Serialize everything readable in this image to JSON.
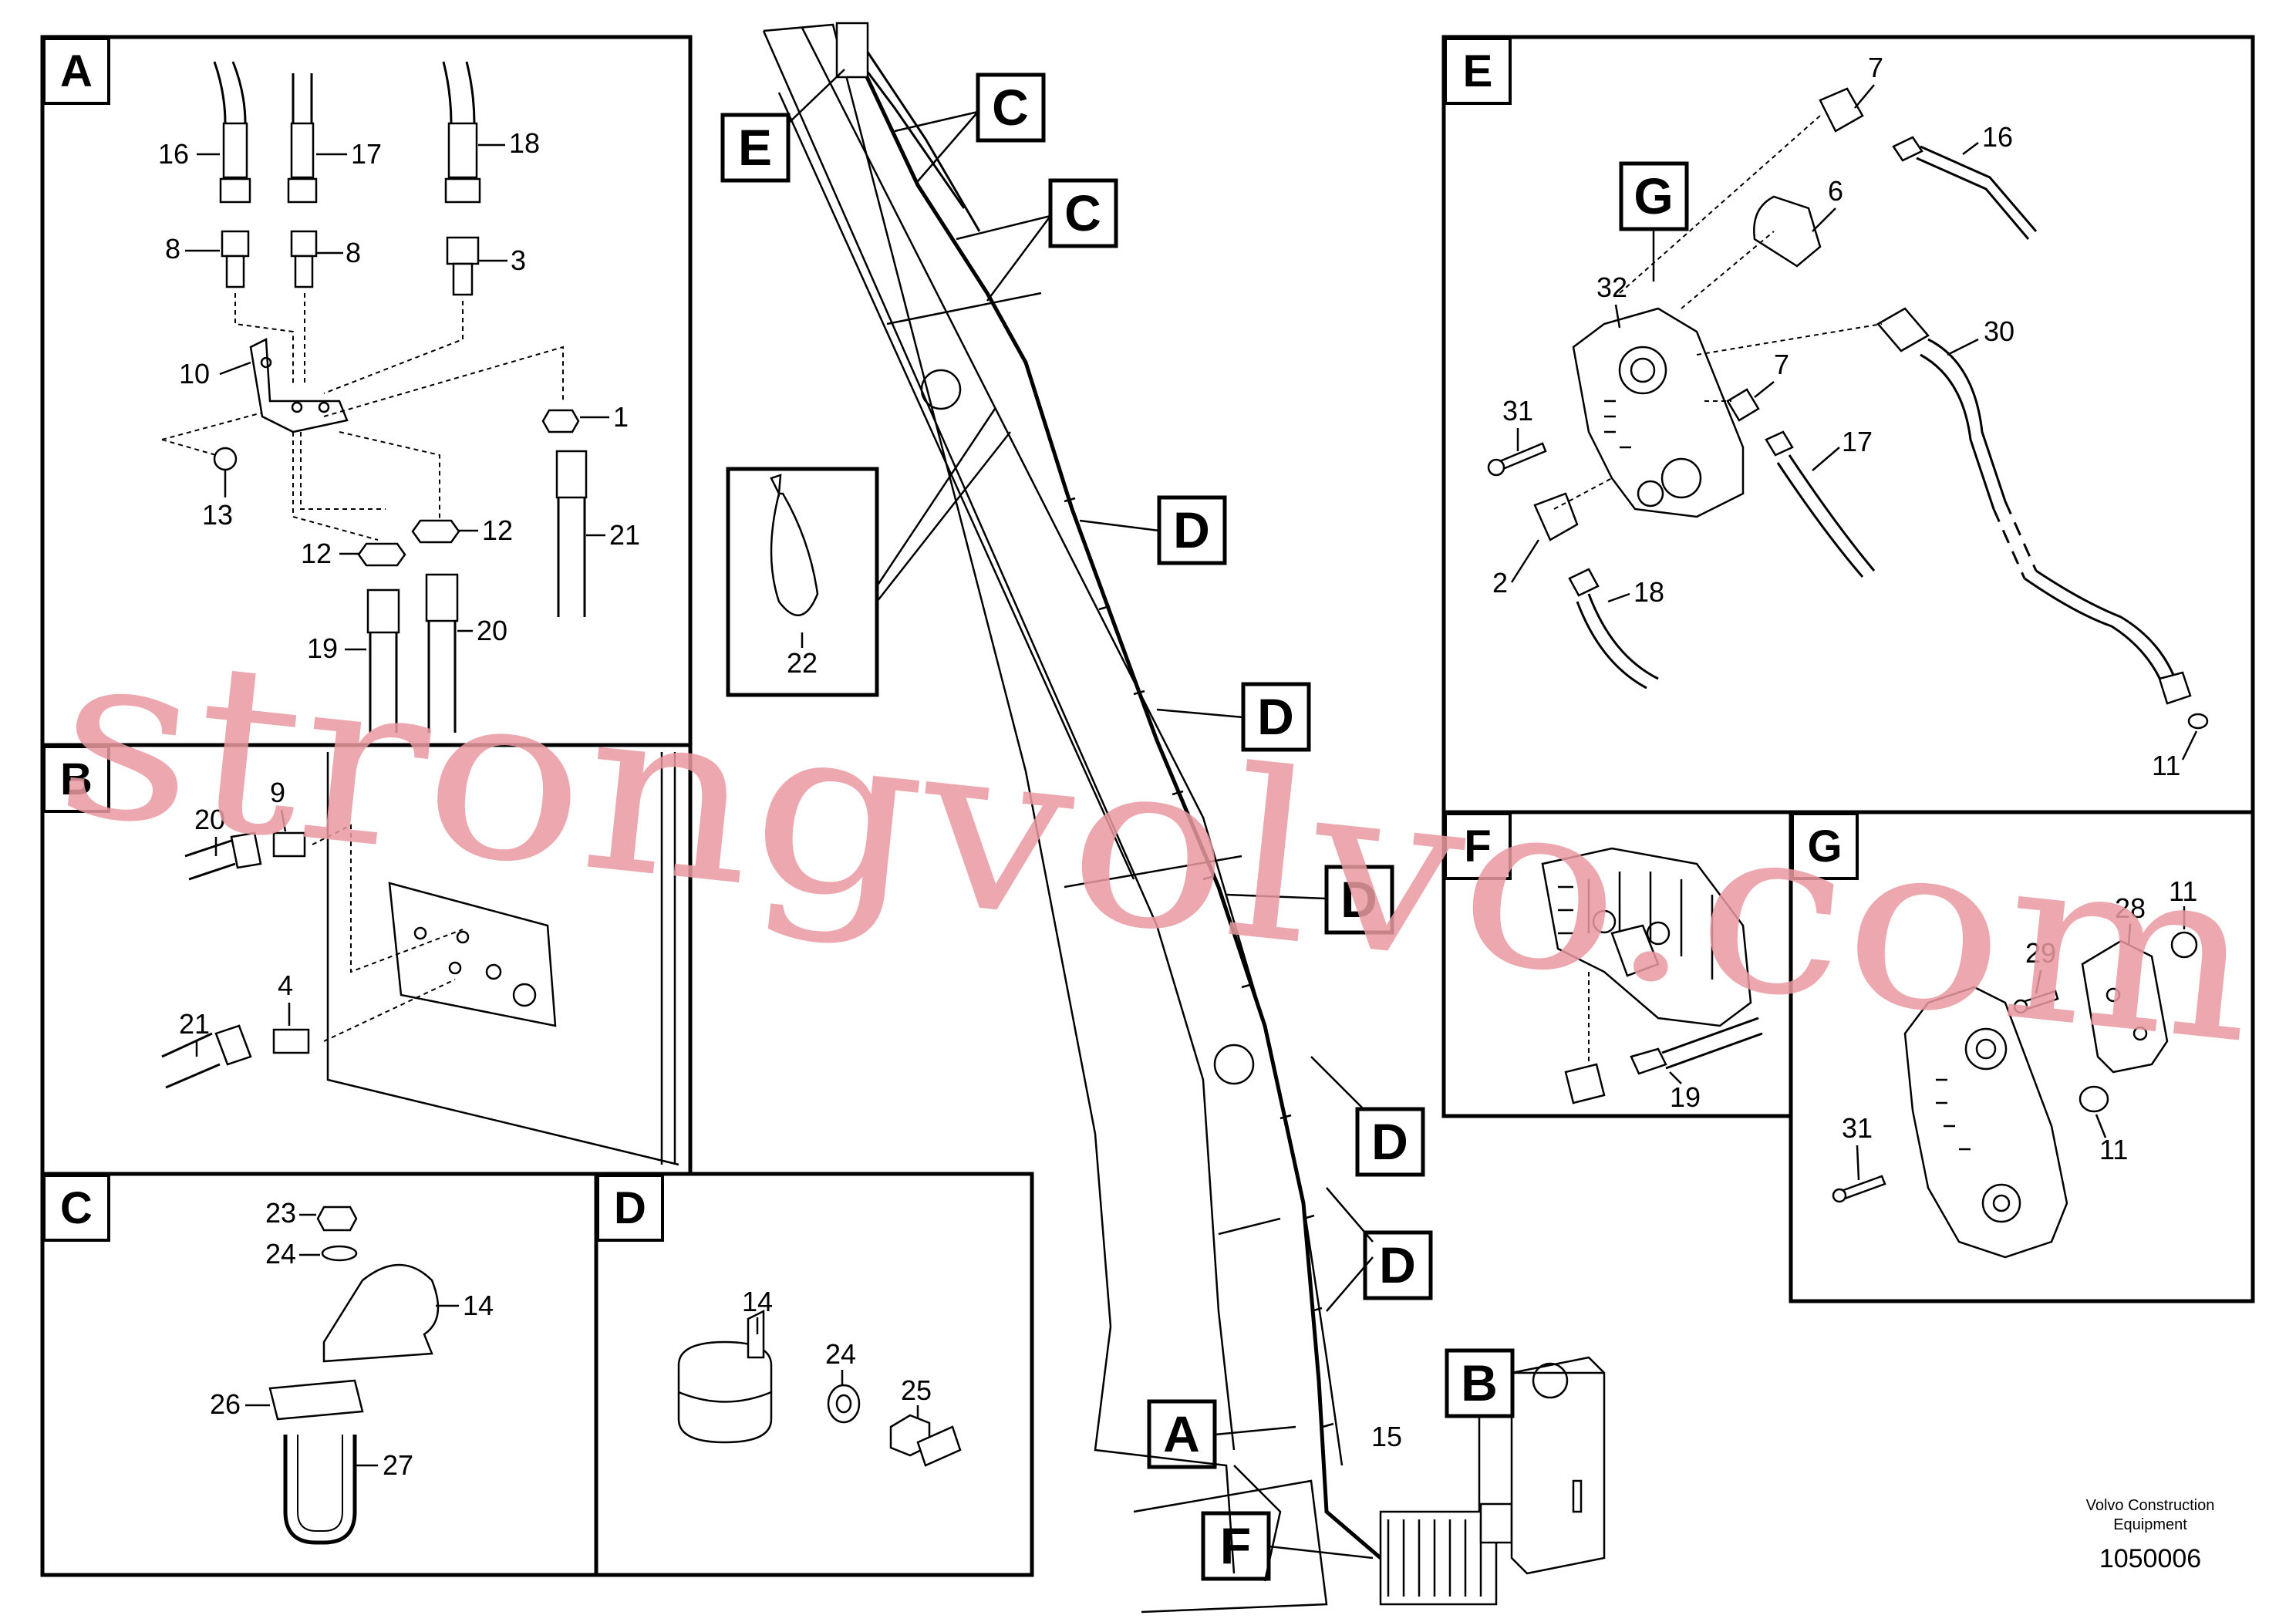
{
  "panels": {
    "A": {
      "tag": "A",
      "labels": [
        "16",
        "17",
        "18",
        "8",
        "8",
        "3",
        "10",
        "1",
        "13",
        "12",
        "12",
        "21",
        "19",
        "20"
      ]
    },
    "B": {
      "tag": "B",
      "labels": [
        "20",
        "9",
        "4",
        "21"
      ]
    },
    "C": {
      "tag": "C",
      "labels": [
        "23",
        "24",
        "14",
        "26",
        "27"
      ]
    },
    "D": {
      "tag": "D",
      "labels": [
        "14",
        "24",
        "25"
      ]
    },
    "E": {
      "tag": "E",
      "labels": [
        "7",
        "16",
        "6",
        "32",
        "30",
        "7",
        "31",
        "17",
        "2",
        "18",
        "11"
      ],
      "subtag": "G"
    },
    "F": {
      "tag": "F",
      "labels": [
        "19"
      ]
    },
    "G": {
      "tag": "G",
      "labels": [
        "11",
        "28",
        "29",
        "11",
        "31"
      ]
    }
  },
  "callouts": {
    "tie": "22",
    "hose": "15",
    "E": "E",
    "C1": "C",
    "C2": "C",
    "D1": "D",
    "D2": "D",
    "D3": "D",
    "D4": "D",
    "D5": "D",
    "A": "A",
    "B": "B",
    "F": "F"
  },
  "footer": {
    "company_line1": "Volvo Construction",
    "company_line2": "Equipment",
    "drawing_number": "1050006"
  },
  "watermark": "strongvolvo.com"
}
